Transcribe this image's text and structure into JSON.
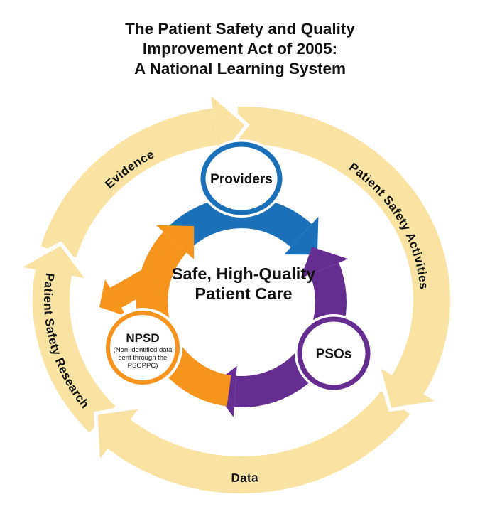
{
  "title": {
    "line1": "The Patient Safety and Quality",
    "line2": "Improvement Act of 2005:",
    "line3": "A National Learning System"
  },
  "center": {
    "line1": "Safe, High-Quality",
    "line2": "Patient Care"
  },
  "ring_labels": {
    "evidence": "Evidence",
    "activities": "Patient Safety Activities",
    "data": "Data",
    "research": "Patient Safety Research"
  },
  "nodes": {
    "providers": {
      "label": "Providers"
    },
    "psos": {
      "label": "PSOs"
    },
    "npsd": {
      "label": "NPSD",
      "sub_line1": "(Non-identified data",
      "sub_line2": "sent through the",
      "sub_line3": "PSOPPC)"
    }
  },
  "colors": {
    "ring": "#F9E3A3",
    "blue": "#1C70B8",
    "purple": "#662D91",
    "orange": "#F7941E",
    "text": "#111111",
    "background": "#FFFFFF"
  },
  "flow": {
    "outer_ring_direction": "clockwise",
    "outer_ring_sequence": [
      "Evidence",
      "Patient Safety Activities",
      "Data",
      "Patient Safety Research"
    ],
    "inner_cycle_order": [
      "Providers",
      "PSOs",
      "NPSD"
    ]
  }
}
